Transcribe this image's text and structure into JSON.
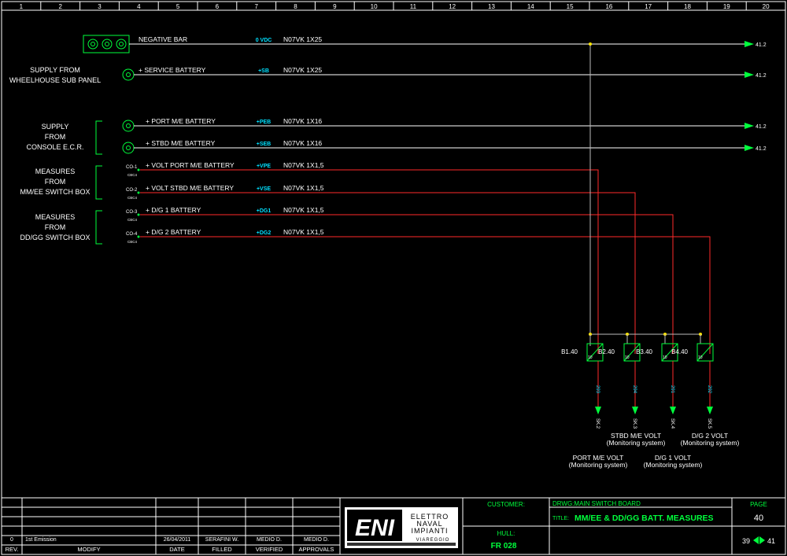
{
  "grid": {
    "columns": [
      "1",
      "2",
      "3",
      "4",
      "5",
      "6",
      "7",
      "8",
      "9",
      "10",
      "11",
      "12",
      "13",
      "14",
      "15",
      "16",
      "17",
      "18",
      "19",
      "20"
    ]
  },
  "groups": {
    "wheelhouse": [
      "SUPPLY FROM",
      "WHEELHOUSE SUB PANEL"
    ],
    "console": [
      "SUPPLY",
      "FROM",
      "CONSOLE E.C.R."
    ],
    "mmee": [
      "MEASURES",
      "FROM",
      "MM/EE SWITCH BOX"
    ],
    "ddgg": [
      "MEASURES",
      "FROM",
      "DD/GG SWITCH BOX"
    ]
  },
  "lines": [
    {
      "label": "NEGATIVE BAR",
      "signal": "0 VDC",
      "cable": "N07VK 1X25",
      "ref": "41.2"
    },
    {
      "label": "+ SERVICE BATTERY",
      "signal": "+SB",
      "cable": "N07VK 1X25",
      "ref": "41.2"
    },
    {
      "label": "+ PORT M/E BATTERY",
      "signal": "+PEB",
      "cable": "N07VK 1X16",
      "ref": "41.2"
    },
    {
      "label": "+ STBD M/E BATTERY",
      "signal": "+SEB",
      "cable": "N07VK 1X16",
      "ref": "41.2"
    },
    {
      "label": "+ VOLT PORT M/E BATTERY",
      "signal": "+VPE",
      "cable": "N07VK 1X1,5",
      "tag": "CO-1",
      "sub": "CBC4"
    },
    {
      "label": "+ VOLT STBD M/E BATTERY",
      "signal": "+VSE",
      "cable": "N07VK 1X1,5",
      "tag": "CO-2",
      "sub": "CBC4"
    },
    {
      "label": "+ D/G 1 BATTERY",
      "signal": "+DG1",
      "cable": "N07VK 1X1,5",
      "tag": "CO-3",
      "sub": "CBC4"
    },
    {
      "label": "+ D/G 2 BATTERY",
      "signal": "+DG2",
      "cable": "N07VK 1X1,5",
      "tag": "CO-4",
      "sub": "CBC4"
    }
  ],
  "modules": [
    {
      "id": "B1.40",
      "wire": "293",
      "term": "SK.2"
    },
    {
      "id": "B2.40",
      "wire": "294",
      "term": "SK.3"
    },
    {
      "id": "B3.40",
      "wire": "291",
      "term": "SK.4"
    },
    {
      "id": "B4.40",
      "wire": "292",
      "term": "SK.5"
    }
  ],
  "outputs": {
    "stbd": [
      "STBD M/E VOLT",
      "(Monitoring system)"
    ],
    "dg2": [
      "D/G 2 VOLT",
      "(Monitoring system)"
    ],
    "port": [
      "PORT M/E VOLT",
      "(Monitoring system)"
    ],
    "dg1": [
      "D/G 1 VOLT",
      "(Monitoring system)"
    ]
  },
  "title_block": {
    "rev": "0",
    "modify_text": "1st Emission",
    "date": "26/04/2011",
    "filled": "SERAFINI W.",
    "verified": "MEDIO D.",
    "approvals": "MEDIO D.",
    "h_rev": "REV.",
    "h_modify": "MODIFY",
    "h_date": "DATE",
    "h_filled": "FILLED",
    "h_verified": "VERIFIED",
    "h_approvals": "APPROVALS",
    "logo": "ENI",
    "company": [
      "ELETTRO",
      "NAVAL",
      "IMPIANTI"
    ],
    "city": "VIAREGGIO",
    "customer_label": "CUSTOMER:",
    "hull_label": "HULL:",
    "hull": "FR 028",
    "drwg": "DRWG:MAIN SWITCH BOARD",
    "title_label": "TITLE:",
    "title": "MM/EE & DD/GG BATT. MEASURES",
    "page_label": "PAGE",
    "page": "40",
    "prev": "39",
    "next": "41"
  },
  "colors": {
    "wire_red": "#ff2a2a",
    "wire_white": "#ffffff",
    "arrow_green": "#00ff3c",
    "signal_cyan": "#00e0ff",
    "bus_yellow": "#ffe600"
  }
}
